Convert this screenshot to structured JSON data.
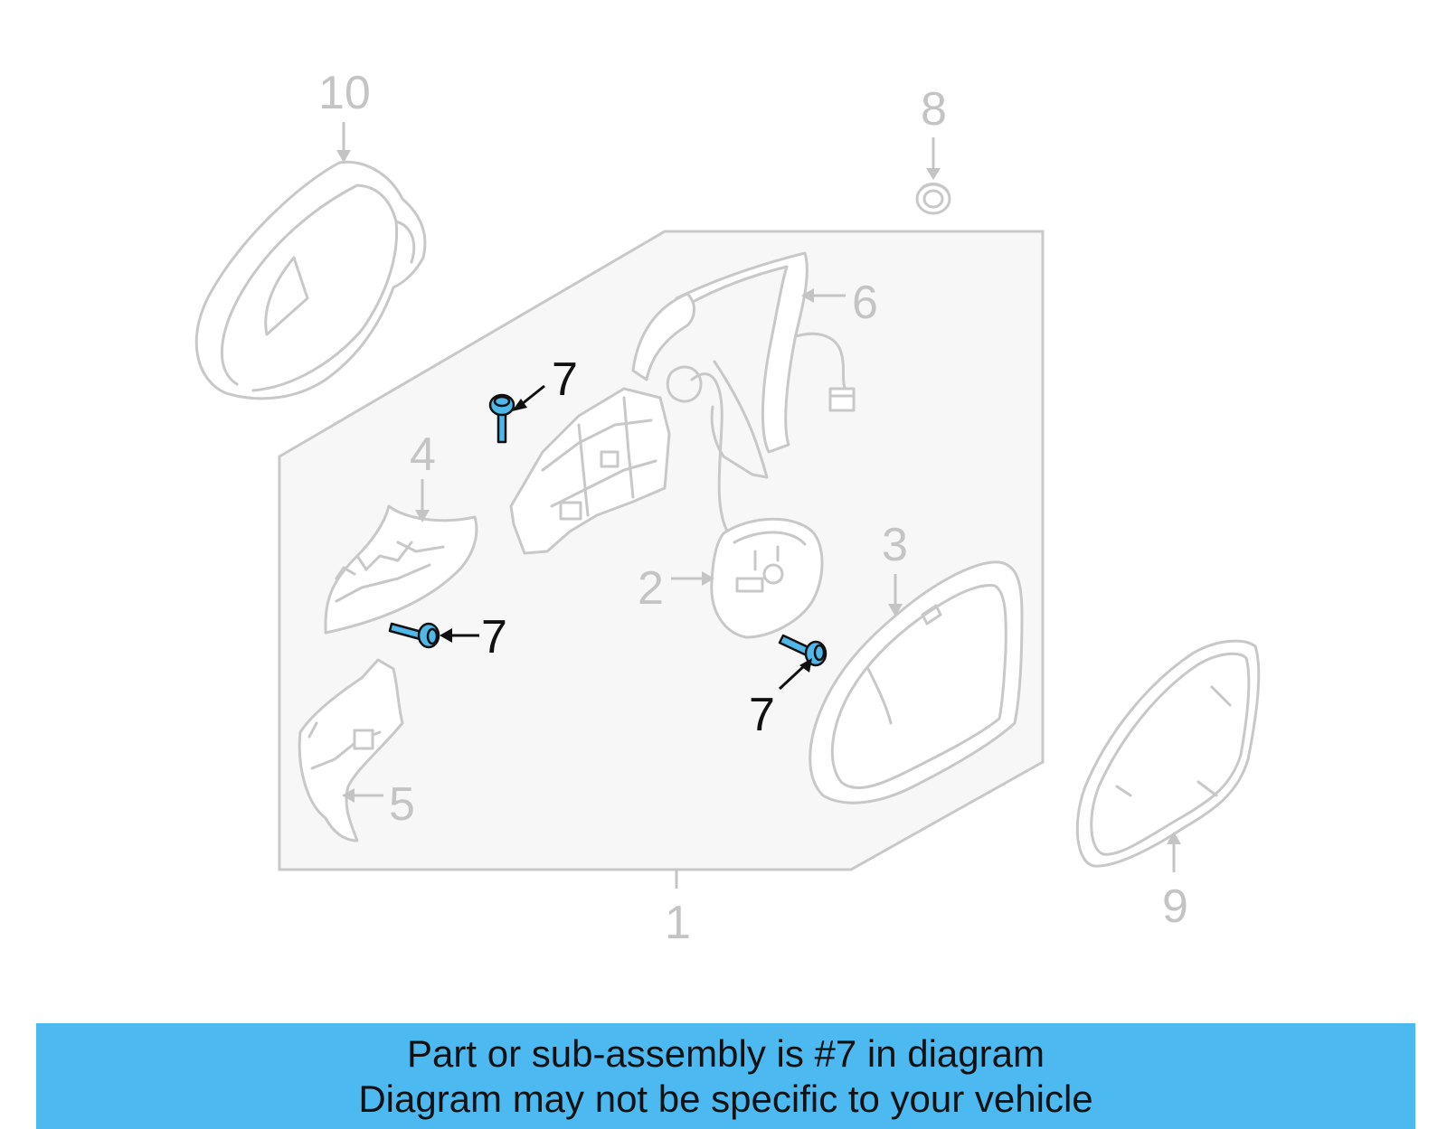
{
  "diagram": {
    "callouts": {
      "c1": "1",
      "c2": "2",
      "c3": "3",
      "c4": "4",
      "c5": "5",
      "c6": "6",
      "c7a": "7",
      "c7b": "7",
      "c7c": "7",
      "c8": "8",
      "c9": "9",
      "c10": "10"
    },
    "colors": {
      "part_line": "#c8c8c8",
      "callout_gray": "#c4c4c4",
      "highlight_part": "#4fb8e8",
      "assembly_box_fill": "#f7f7f7"
    }
  },
  "banner": {
    "line1": "Part or sub-assembly is #7 in diagram",
    "line2": "Diagram may not be specific to your vehicle",
    "background": "#4cb9f0"
  }
}
